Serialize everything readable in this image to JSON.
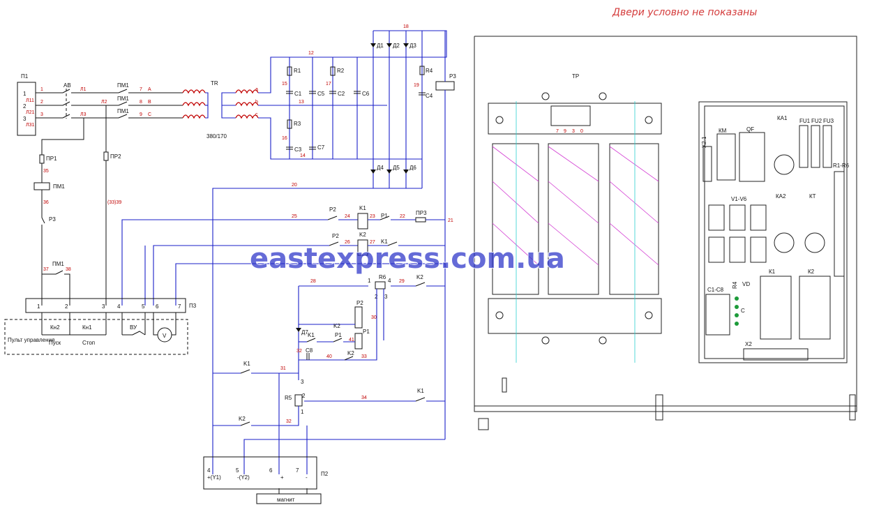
{
  "note": "Двери условно не показаны",
  "watermark": "eastexpress.com.ua",
  "schematic": {
    "terminals_p1": {
      "name": "П1",
      "rows": [
        {
          "n": "1",
          "l": "Л11"
        },
        {
          "n": "2",
          "l": "Л21"
        },
        {
          "n": "3",
          "l": "Л31"
        }
      ]
    },
    "ab": "АВ",
    "pm1": "ПМ1",
    "tr": "TR",
    "ratio": "380/170",
    "phases_in": [
      "Л1",
      "Л2",
      "Л3"
    ],
    "phases_abc": [
      "A",
      "B",
      "C"
    ],
    "phases_out": [
      "a",
      "b",
      "c"
    ],
    "wire_nums_left": [
      "1",
      "2",
      "3",
      "7",
      "8",
      "9"
    ],
    "pr1": "ПР1",
    "pr2": "ПР2",
    "pr3": "ПР3",
    "pm1_coil": "ПМ1",
    "p3": "Р3",
    "wire35": "35",
    "wire36": "36",
    "wire37": "37",
    "wire38": "38",
    "wire3339": "(33)39",
    "capacitors": [
      "C1",
      "C2",
      "C3",
      "C4",
      "C5",
      "C6",
      "C7",
      "C8"
    ],
    "resistors": [
      "R1",
      "R2",
      "R3",
      "R4",
      "R5",
      "R6"
    ],
    "diodes": [
      "Д1",
      "Д2",
      "Д3",
      "Д4",
      "Д5",
      "Д6",
      "Д7"
    ],
    "relays": [
      "K1",
      "K2",
      "P1",
      "P2",
      "P3"
    ],
    "nets": [
      "12",
      "13",
      "14",
      "15",
      "16",
      "17",
      "18",
      "19",
      "20",
      "21",
      "22",
      "23",
      "24",
      "25",
      "26",
      "27",
      "28",
      "29",
      "30",
      "31",
      "32",
      "33",
      "34",
      "40",
      "41"
    ],
    "p3_block": {
      "name": "П3",
      "pins": [
        "1",
        "2",
        "3",
        "4",
        "5",
        "6",
        "7"
      ]
    },
    "remote": {
      "title": "Пульт управления",
      "kn2": "Кн2",
      "kn1": "Кн1",
      "start": "Пуск",
      "stop": "Стоп",
      "vu": "ВУ",
      "v": "V"
    },
    "p2_block": {
      "name": "П2",
      "pins": [
        {
          "n": "4",
          "l": "+(Y1)"
        },
        {
          "n": "5",
          "l": "-(Y2)"
        },
        {
          "n": "6",
          "l": "+"
        },
        {
          "n": "7",
          "l": "-"
        }
      ]
    },
    "magnet": "магнит",
    "r5_pins": [
      "1",
      "2",
      "3"
    ],
    "r6_pins": [
      "1",
      "2",
      "3",
      "4"
    ]
  },
  "panel": {
    "tp": "ТР",
    "tp_terminals": [
      "7",
      "9",
      "3",
      "0"
    ],
    "km": "КМ",
    "qf": "QF",
    "ka1": "КА1",
    "fu": [
      "FU1",
      "FU2",
      "FU3"
    ],
    "x21": "X2.1",
    "r1r6": "R1-R6",
    "v1v6": "V1-V6",
    "ka2": "КА2",
    "kt": "КТ",
    "k1": "К1",
    "k2": "К2",
    "c1c8": "С1-С8",
    "r4vd": "R4",
    "vd": "VD",
    "c": "С",
    "x2": "X2"
  }
}
